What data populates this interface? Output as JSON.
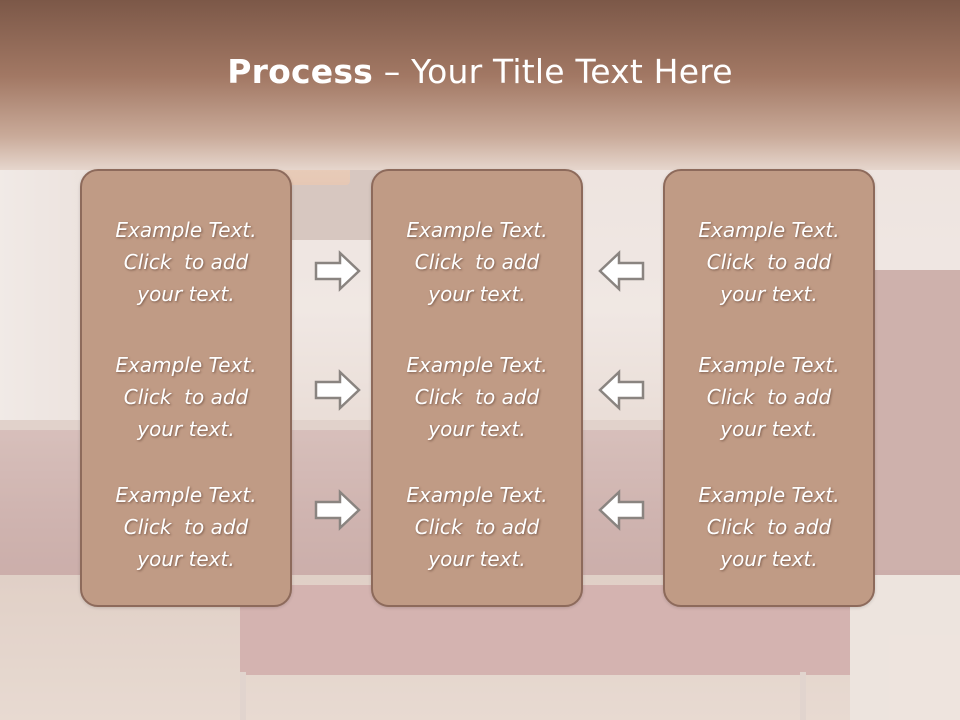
{
  "slide": {
    "title_bold": "Process",
    "title_rest": " – Your Title Text Here"
  },
  "panels": [
    {
      "items": [
        "Example Text.\nClick  to add\nyour text.",
        "Example Text.\nClick  to add\nyour text.",
        "Example Text.\nClick  to add\nyour text."
      ]
    },
    {
      "items": [
        "Example Text.\nClick  to add\nyour text.",
        "Example Text.\nClick  to add\nyour text.",
        "Example Text.\nClick  to add\nyour text."
      ]
    },
    {
      "items": [
        "Example Text.\nClick  to add\nyour text.",
        "Example Text.\nClick  to add\nyour text.",
        "Example Text.\nClick  to add\nyour text."
      ]
    }
  ],
  "arrows": {
    "left_group": [
      "right-arrow-icon",
      "right-arrow-icon",
      "right-arrow-icon"
    ],
    "right_group": [
      "left-arrow-icon",
      "left-arrow-icon",
      "left-arrow-icon"
    ]
  },
  "colors": {
    "panel_fill": "#c09b85",
    "panel_border": "#8d6a5b",
    "title_band": "#a27864",
    "text": "#ffffff"
  }
}
